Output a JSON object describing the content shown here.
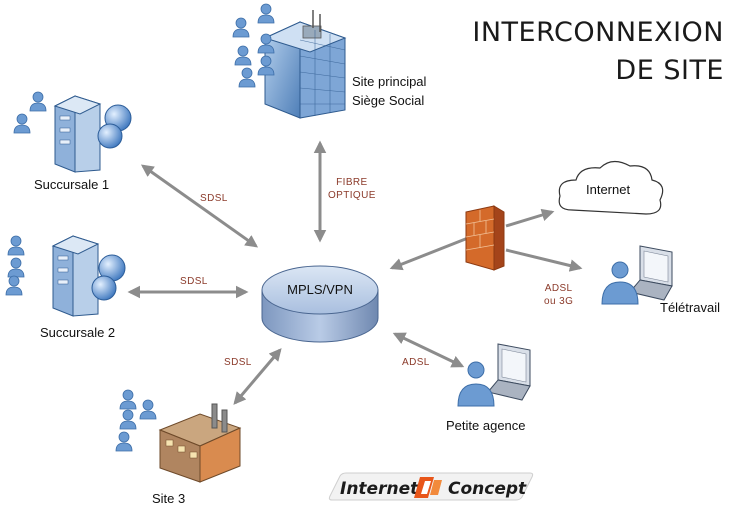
{
  "title": {
    "line1": "INTERCONNEXION",
    "line2": "DE SITE"
  },
  "nodes": {
    "hub": "MPLS/VPN",
    "hq_line1": "Site principal",
    "hq_line2": "Siège Social",
    "succursale1": "Succursale 1",
    "succursale2": "Succursale 2",
    "site3": "Site 3",
    "internet": "Internet",
    "teletravail": "Télétravail",
    "petite_agence": "Petite agence"
  },
  "links": {
    "hq_line1": "FIBRE",
    "hq_line2": "OPTIQUE",
    "succ1": "SDSL",
    "succ2": "SDSL",
    "site3": "SDSL",
    "agence": "ADSL",
    "tele_line1": "ADSL",
    "tele_line2": "ou 3G"
  },
  "logo": {
    "left": "Internet",
    "right": "Concept"
  },
  "colors": {
    "arrow": "#8c8c8c",
    "link_label": "#8b3a2a",
    "hub_fill": "#9fb6d8",
    "person": "#5b8dc9",
    "firewall": "#c8561e",
    "logo_accent": "#e8561a"
  }
}
